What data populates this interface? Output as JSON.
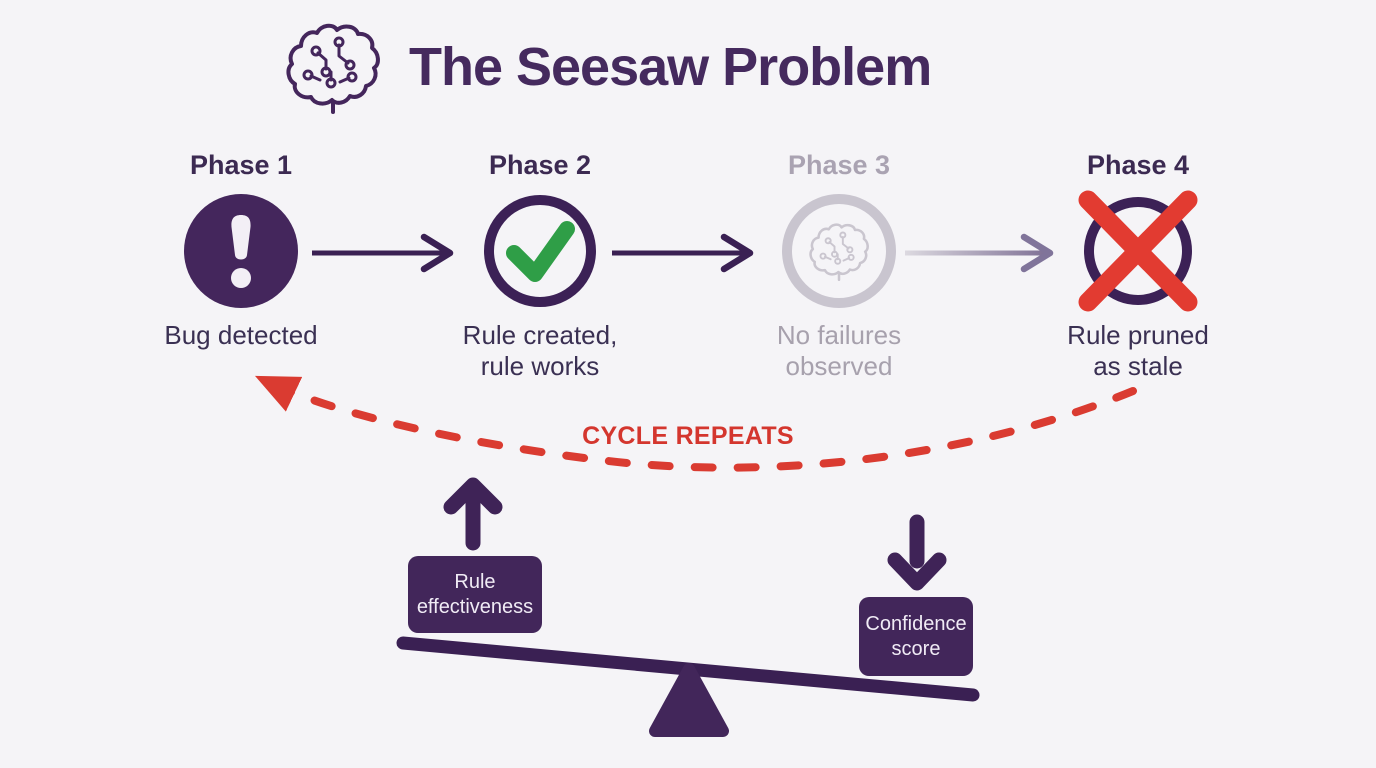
{
  "title": "The Seesaw Problem",
  "title_icon": "brain-circuit-icon",
  "colors": {
    "purple": "#44265c",
    "purple_dark": "#3a2053",
    "red": "#da3b31",
    "green": "#2f9e47",
    "faded_gray": "#aaa3b2",
    "background": "#f5f4f7"
  },
  "phases": [
    {
      "heading": "Phase 1",
      "icon": "exclamation-circle-icon",
      "caption": "Bug detected",
      "state": "active"
    },
    {
      "heading": "Phase 2",
      "icon": "check-circle-icon",
      "caption": "Rule created,\nrule works",
      "state": "active"
    },
    {
      "heading": "Phase 3",
      "icon": "brain-circle-icon",
      "caption": "No failures\nobserved",
      "state": "faded"
    },
    {
      "heading": "Phase 4",
      "icon": "crossed-out-circle-icon",
      "caption": "Rule pruned\nas stale",
      "state": "active"
    }
  ],
  "cycle_arrow": {
    "label": "CYCLE REPEATS",
    "style": "dashed-red-curve",
    "direction": "phase-4-back-to-phase-1"
  },
  "seesaw": {
    "left_side": {
      "arrow_icon": "up-arrow-icon",
      "box_label": "Rule\neffectiveness",
      "position": "raised"
    },
    "right_side": {
      "arrow_icon": "down-arrow-icon",
      "box_label": "Confidence\nscore",
      "position": "lowered"
    }
  }
}
